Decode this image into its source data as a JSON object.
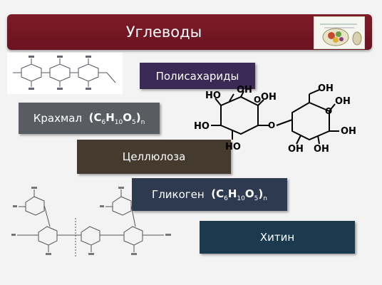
{
  "title": "Углеводы",
  "boxes": {
    "polysaccharides": "Полисахариды",
    "starch": "Крахмал",
    "cellulose": "Целлюлоза",
    "glycogen": "Гликоген",
    "chitin": "Хитин"
  },
  "formula": {
    "open": "(C",
    "c_sub": "6",
    "h": "H",
    "h_sub": "10",
    "o": "O",
    "o_sub": "5",
    "close": ")",
    "n": "n"
  },
  "disaccharide_labels": [
    "HO",
    "OH",
    "OH",
    "HO",
    "HO",
    "OH",
    "OH",
    "OH",
    "OH",
    "OH"
  ],
  "colors": {
    "title_bar": "#7e1b29",
    "polysaccharides": "#3a2a55",
    "starch": "#595d62",
    "cellulose": "#453a2e",
    "glycogen": "#2e3a4f",
    "chitin": "#1c3a4e"
  }
}
